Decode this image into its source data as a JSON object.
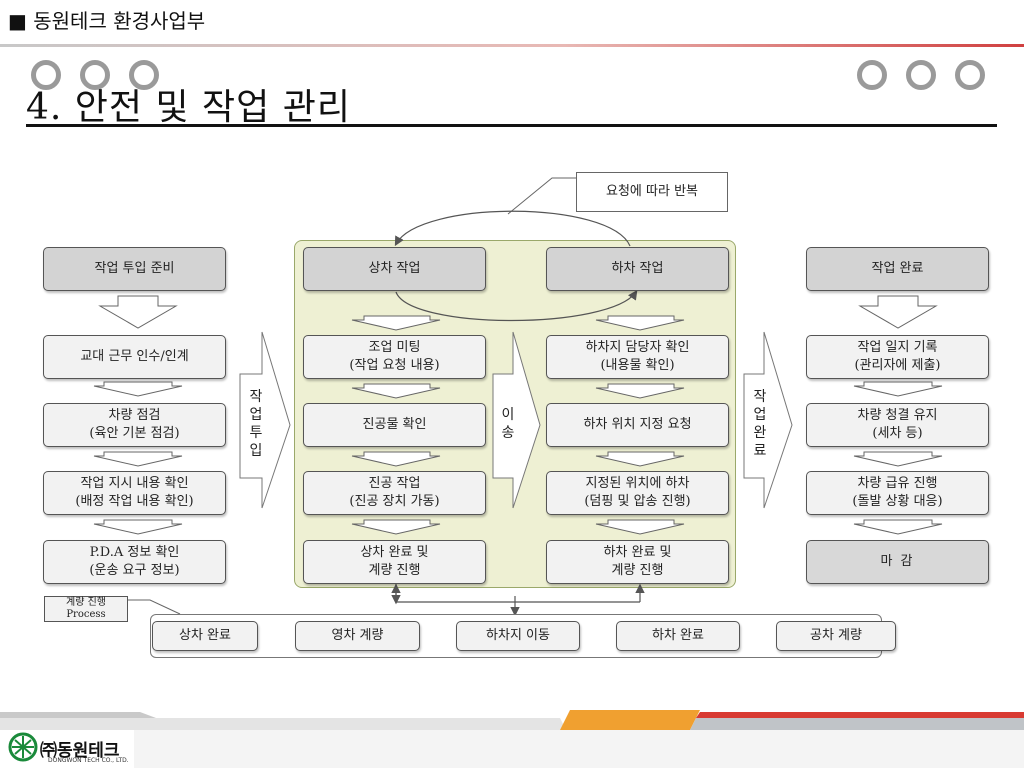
{
  "header": {
    "label": "■ 동원테크 환경사업부"
  },
  "title": "4. 안전 및 작업 관리",
  "note": "요청에 따라 반복",
  "left": {
    "head": "작업 투입 준비",
    "items": [
      "교대 근무 인수/인계",
      "차량 점검\n(육안 기본 점검)",
      "작업 지시 내용 확인\n(배정 작업 내용 확인)",
      "P.D.A 정보 확인\n(운송 요구 정보)"
    ]
  },
  "arrow_left_label": "작\n업\n투\n입",
  "loading": {
    "head": "상차 작업",
    "items": [
      "조업 미팅\n(작업 요청 내용)",
      "진공물 확인",
      "진공 작업\n(진공 장치 가동)",
      "상차 완료 및\n계량 진행"
    ]
  },
  "arrow_middle_label": "이\n송",
  "unloading": {
    "head": "하차 작업",
    "items": [
      "하차지 담당자 확인\n(내용물 확인)",
      "하차 위치 지정 요청",
      "지정된 위치에 하차\n(덤핑 및 압송 진행)",
      "하차 완료 및\n계량 진행"
    ]
  },
  "arrow_right_label": "작\n업\n완\n료",
  "right": {
    "head": "작업 완료",
    "items": [
      "작업 일지 기록\n(관리자에 제출)",
      "차량 청결 유지\n(세차 등)",
      "차량 급유 진행\n(돌발 상황 대응)",
      "마        감"
    ]
  },
  "process": {
    "label": "계량 진행\nProcess",
    "steps": [
      "상차 완료",
      "영차 계량",
      "하차지 이동",
      "하차 완료",
      "공차 계량"
    ]
  },
  "footer": {
    "logo_text": "㈜동원테크",
    "logo_sub": "DONGWON TECH CO., LTD."
  }
}
